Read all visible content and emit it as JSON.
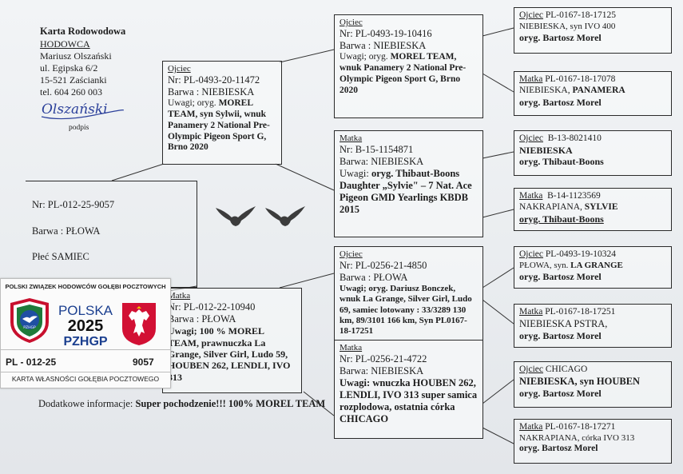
{
  "header": {
    "title": "Karta Rodowodowa",
    "breeder_label": "HODOWCA",
    "name": "Mariusz Olszański",
    "street": "ul. Egipska 6/2",
    "city": "15-521 Zaścianki",
    "phone": "tel. 604 260 003",
    "signature_text": "Olszański",
    "signature_caption": "podpis"
  },
  "bird": {
    "nr": "Nr: PL-012-25-9057",
    "color": "Barwa : PŁOWA",
    "sex": "Płeć  SAMIEC"
  },
  "badge": {
    "org": "POLSKI ZWIĄZEK HODOWCÓW GOŁĘBI POCZTOWYCH",
    "country": "POLSKA",
    "year": "2025",
    "assoc": "PZHGP",
    "ring": "PL - 012-25",
    "number": "9057",
    "footer": "KARTA  WŁASNOŚCI GOŁĘBIA POCZTOWEGO",
    "emblem_text": "PZHGP"
  },
  "father": {
    "label": "Ojciec",
    "nr": "Nr: PL-0493-20-11472",
    "color": "Barwa : NIEBIESKA",
    "notes_prefix": "Uwagi; oryg. ",
    "notes": "MOREL TEAM, syn Sylwii, wnuk Panamery 2 National Pre-Olympic Pigeon Sport G, Brno 2020"
  },
  "mother": {
    "label": "Matka",
    "nr": "Nr: PL-012-22-10940",
    "color": "Barwa : PŁOWA",
    "notes": "Uwagi; 100 % MOREL TEAM, prawnuczka La Grange, Silver Girl, Ludo 59, HOUBEN 262, LENDLI, IVO 313"
  },
  "ff": {
    "label": "Ojciec",
    "nr": "Nr: PL-0493-19-10416",
    "color": "Barwa : NIEBIESKA",
    "notes_prefix": "Uwagi; oryg. ",
    "notes": "MOREL TEAM, wnuk Panamery 2 National Pre-Olympic Pigeon Sport G, Brno 2020"
  },
  "fm": {
    "label": "Matka",
    "nr": "Nr: B-15-1154871",
    "color": "Barwa: NIEBIESKA",
    "notes_prefix": "Uwagi: ",
    "notes": "oryg. Thibaut-Boons Daughter „Sylvie\" – 7 Nat. Ace Pigeon GMD Yearlings KBDB 2015"
  },
  "mf": {
    "label": "Ojciec",
    "nr": "Nr: PL-0256-21-4850",
    "color": "Barwa : PŁOWA",
    "notes": "Uwagi; oryg. Dariusz Bonczek, wnuk La Grange, Silver Girl, Ludo 69, samiec lotowany : 33/3289 130 km, 89/3101 166 km, Syn PL0167-18-17251"
  },
  "mm": {
    "label": "Matka",
    "nr": "Nr: PL-0256-21-4722",
    "color": "Barwa: NIEBIESKA",
    "notes": "Uwagi: wnuczka HOUBEN 262, LENDLI, IVO 313 super samica rozplodowa, ostatnia córka CHICAGO"
  },
  "g1": {
    "label": "Ojciec",
    "nr": "PL-0167-18-17125",
    "line2": "NIEBIESKA, syn IVO 400",
    "line3": "oryg. Bartosz Morel"
  },
  "g2": {
    "label": "Matka",
    "nr": "PL-0167-18-17078",
    "line2a": "NIEBIESKA, ",
    "line2b": "PANAMERA",
    "line3": "oryg. Bartosz Morel"
  },
  "g3": {
    "label": "Ojciec",
    "nr": "B-13-8021410",
    "line2": "NIEBIESKA",
    "line3": "oryg. Thibaut-Boons"
  },
  "g4": {
    "label": "Matka",
    "nr": "B-14-1123569",
    "line2a": "NAKRAPIANA, ",
    "line2b": "SYLVIE",
    "line3": "oryg. Thibaut-Boons"
  },
  "g5": {
    "label": "Ojciec",
    "nr": "PL-0493-19-10324",
    "line2a": "PŁOWA,  syn. ",
    "line2b": "LA GRANGE",
    "line3": "oryg. Bartosz Morel"
  },
  "g6": {
    "label": "Matka",
    "nr": "PL-0167-18-17251",
    "line2": "NIEBIESKA PSTRA,",
    "line3": "oryg. Bartosz Morel"
  },
  "g7": {
    "label": "Ojciec",
    "nr": "CHICAGO",
    "line2": "NIEBIESKA, syn HOUBEN",
    "line3": "oryg. Bartosz Morel"
  },
  "g8": {
    "label": "Matka",
    "nr": "PL-0167-18-17271",
    "line2": "NAKRAPIANA, córka IVO 313",
    "line3": "oryg. Bartosz Morel"
  },
  "extra": {
    "label": "Dodatkowe informacje: ",
    "text": "Super pochodzenie!!! 100% MOREL TEAM"
  }
}
